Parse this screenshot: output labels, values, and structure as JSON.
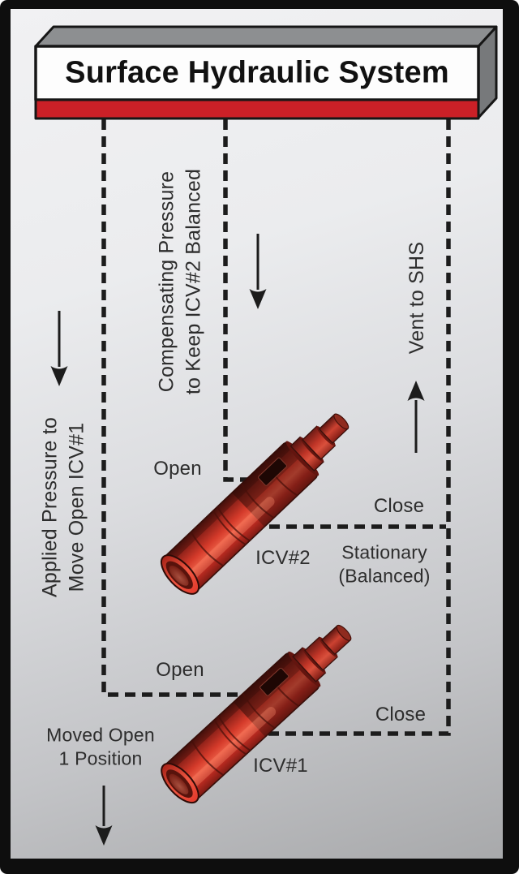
{
  "header": {
    "title": "Surface Hydraulic System"
  },
  "annotations": {
    "applied_pressure": "Applied Pressure to\nMove Open ICV#1",
    "compensating_pressure": "Compensating Pressure\nto Keep ICV#2 Balanced",
    "vent_to_shs": "Vent to SHS"
  },
  "valves": [
    {
      "name": "ICV#2",
      "open_label": "Open",
      "close_label": "Close",
      "status": "Stationary\n(Balanced)"
    },
    {
      "name": "ICV#1",
      "open_label": "Open",
      "close_label": "Close",
      "status": "Moved Open\n1 Position"
    }
  ],
  "colors": {
    "accent_red": "#cb2027",
    "valve_red": "#d43a2a",
    "line_black": "#1c1c1c",
    "box_top_gray": "#8d8f91",
    "background_top": "#f1f1f3",
    "background_bottom": "#a8a9ab"
  }
}
